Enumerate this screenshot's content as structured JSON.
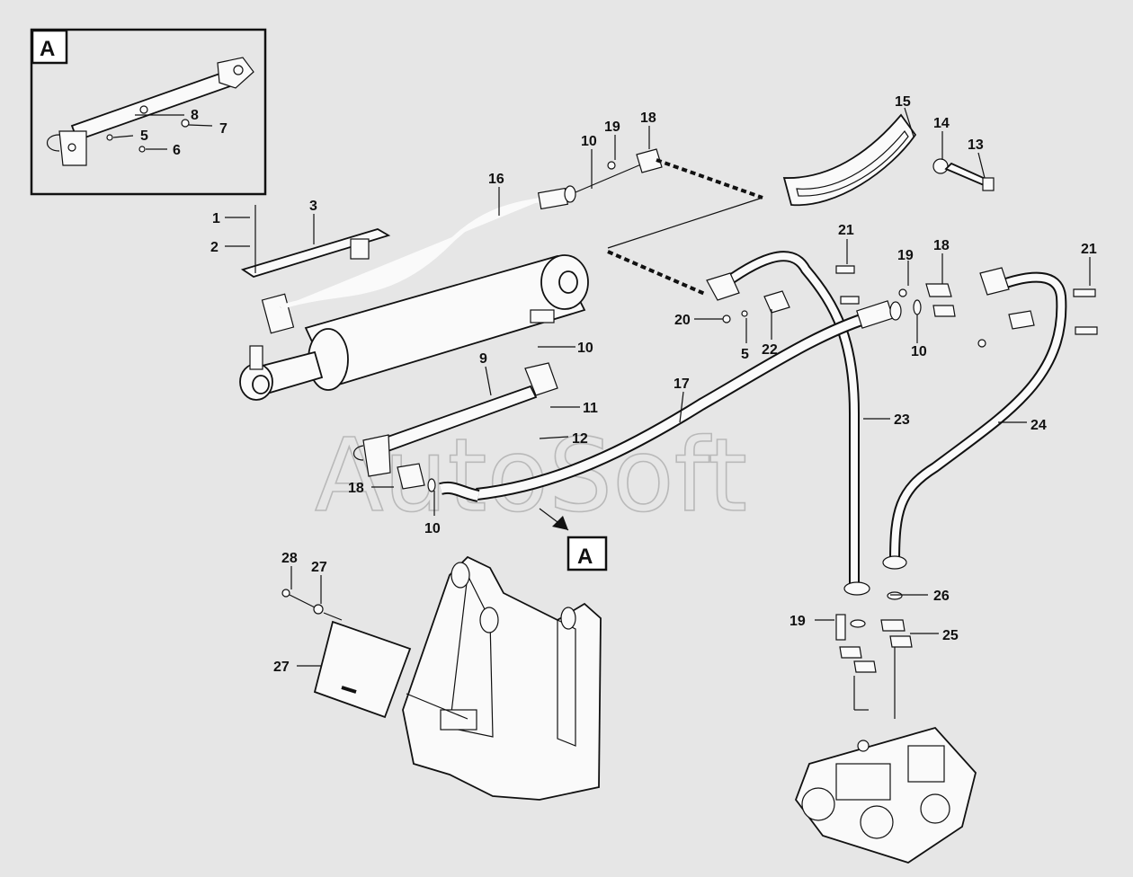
{
  "detail_box": {
    "label": "A"
  },
  "detail_callout": {
    "label": "A"
  },
  "watermark": "AutoSoft",
  "callouts": [
    {
      "id": "c8",
      "text": "8"
    },
    {
      "id": "c7",
      "text": "7"
    },
    {
      "id": "c5a",
      "text": "5"
    },
    {
      "id": "c6",
      "text": "6"
    },
    {
      "id": "c19a",
      "text": "19"
    },
    {
      "id": "c18a",
      "text": "18"
    },
    {
      "id": "c10a",
      "text": "10"
    },
    {
      "id": "c16",
      "text": "16"
    },
    {
      "id": "c15",
      "text": "15"
    },
    {
      "id": "c14",
      "text": "14"
    },
    {
      "id": "c13",
      "text": "13"
    },
    {
      "id": "c1",
      "text": "1"
    },
    {
      "id": "c3",
      "text": "3"
    },
    {
      "id": "c2",
      "text": "2"
    },
    {
      "id": "c21a",
      "text": "21"
    },
    {
      "id": "c19b",
      "text": "19"
    },
    {
      "id": "c18b",
      "text": "18"
    },
    {
      "id": "c21b",
      "text": "21"
    },
    {
      "id": "c20",
      "text": "20"
    },
    {
      "id": "c5b",
      "text": "5"
    },
    {
      "id": "c22",
      "text": "22"
    },
    {
      "id": "c10b",
      "text": "10"
    },
    {
      "id": "c10c",
      "text": "10"
    },
    {
      "id": "c9",
      "text": "9"
    },
    {
      "id": "c17",
      "text": "17"
    },
    {
      "id": "c11",
      "text": "11"
    },
    {
      "id": "c12",
      "text": "12"
    },
    {
      "id": "c23",
      "text": "23"
    },
    {
      "id": "c24",
      "text": "24"
    },
    {
      "id": "c18c",
      "text": "18"
    },
    {
      "id": "c10d",
      "text": "10"
    },
    {
      "id": "c28",
      "text": "28"
    },
    {
      "id": "c27a",
      "text": "27"
    },
    {
      "id": "c27b",
      "text": "27"
    },
    {
      "id": "c26",
      "text": "26"
    },
    {
      "id": "c19c",
      "text": "19"
    },
    {
      "id": "c25",
      "text": "25"
    }
  ]
}
